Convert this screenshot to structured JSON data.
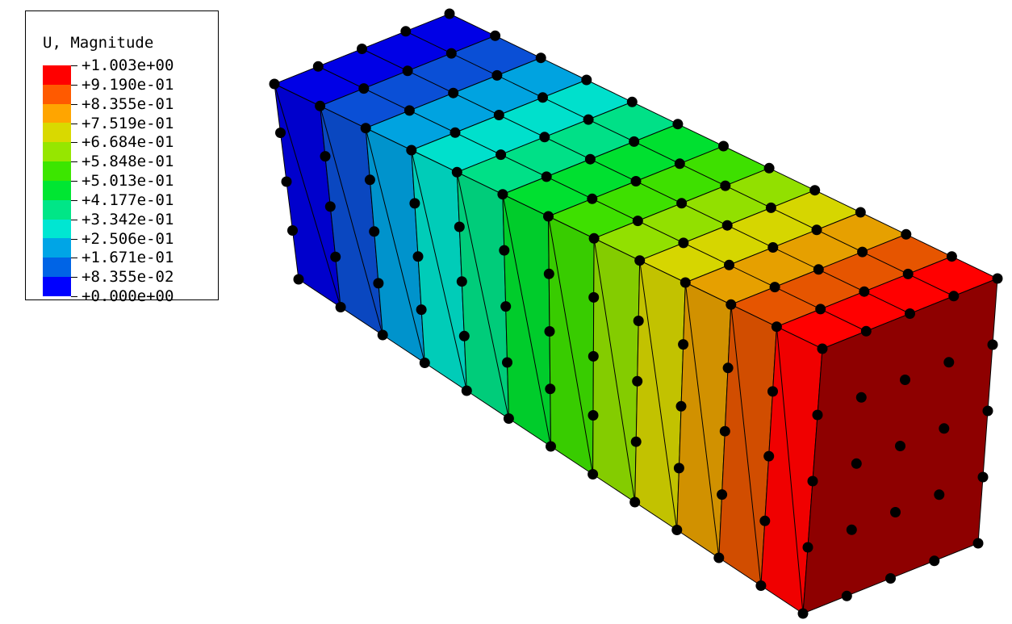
{
  "legend": {
    "title": "U, Magnitude",
    "labels": [
      "+1.003e+00",
      "+9.190e-01",
      "+8.355e-01",
      "+7.519e-01",
      "+6.684e-01",
      "+5.848e-01",
      "+5.013e-01",
      "+4.177e-01",
      "+3.342e-01",
      "+2.506e-01",
      "+1.671e-01",
      "+8.355e-02",
      "+0.000e+00"
    ],
    "colors": [
      "#ff0000",
      "#ff5a00",
      "#ffa500",
      "#d9d900",
      "#96e600",
      "#3ce600",
      "#00e632",
      "#00e687",
      "#00e6d2",
      "#00a5e6",
      "#0064e6",
      "#0000ff"
    ]
  },
  "model": {
    "face_colors_top": [
      "#0000e6",
      "#0a4fd6",
      "#00a3e0",
      "#00e0cc",
      "#00e087",
      "#00e030",
      "#3ee000",
      "#92e000",
      "#d6d600",
      "#e6a000",
      "#e65500",
      "#ff0000"
    ],
    "face_colors_side": [
      "#0000cc",
      "#0a47c0",
      "#0093cc",
      "#00ccb8",
      "#00cc7a",
      "#00cc2b",
      "#38cc00",
      "#84cc00",
      "#c2c200",
      "#d19100",
      "#d14d00",
      "#f00000"
    ],
    "end_face_color": "#8e0000",
    "edge_color": "#000000",
    "node_color": "#000000"
  }
}
